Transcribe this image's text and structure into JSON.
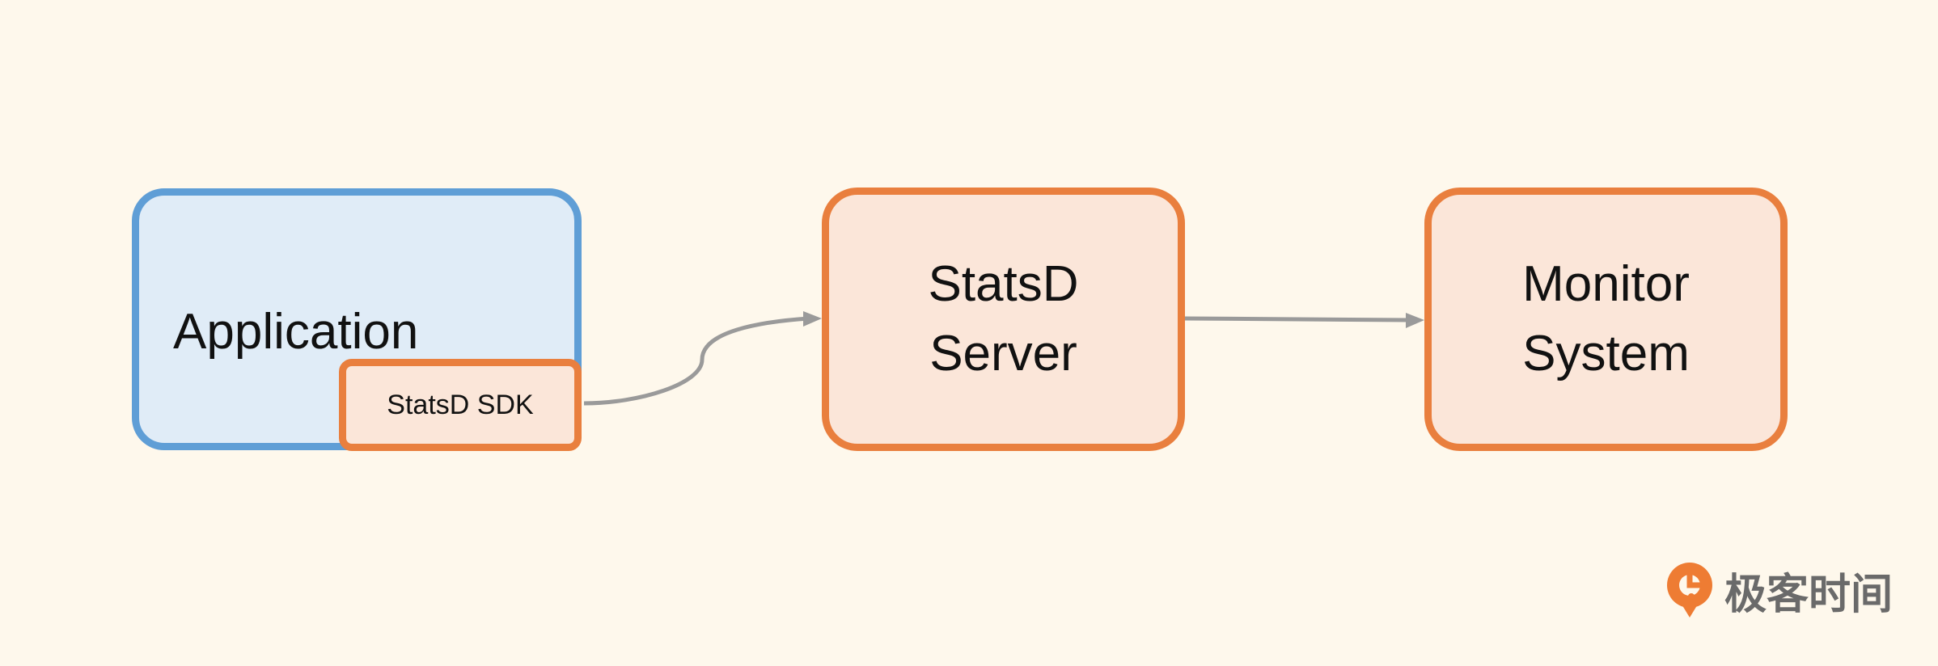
{
  "diagram": {
    "nodes": {
      "application": {
        "label": "Application"
      },
      "sdk": {
        "label": "StatsD SDK"
      },
      "server": {
        "line1": "StatsD",
        "line2": "Server"
      },
      "monitor": {
        "line1": "Monitor",
        "line2": "System"
      }
    },
    "edges": [
      {
        "from": "StatsD SDK",
        "to": "StatsD Server"
      },
      {
        "from": "StatsD Server",
        "to": "Monitor System"
      }
    ]
  },
  "brand": {
    "text": "极客时间",
    "icon": "geektime-logo-icon",
    "logo_color": "#ee7c33"
  },
  "colors": {
    "background": "#fef8ec",
    "blue_border": "#5f9ed6",
    "blue_fill": "#e0ecf7",
    "orange_border": "#e97f3e",
    "orange_fill": "#fbe6d9",
    "arrow": "#9a9a9a"
  }
}
